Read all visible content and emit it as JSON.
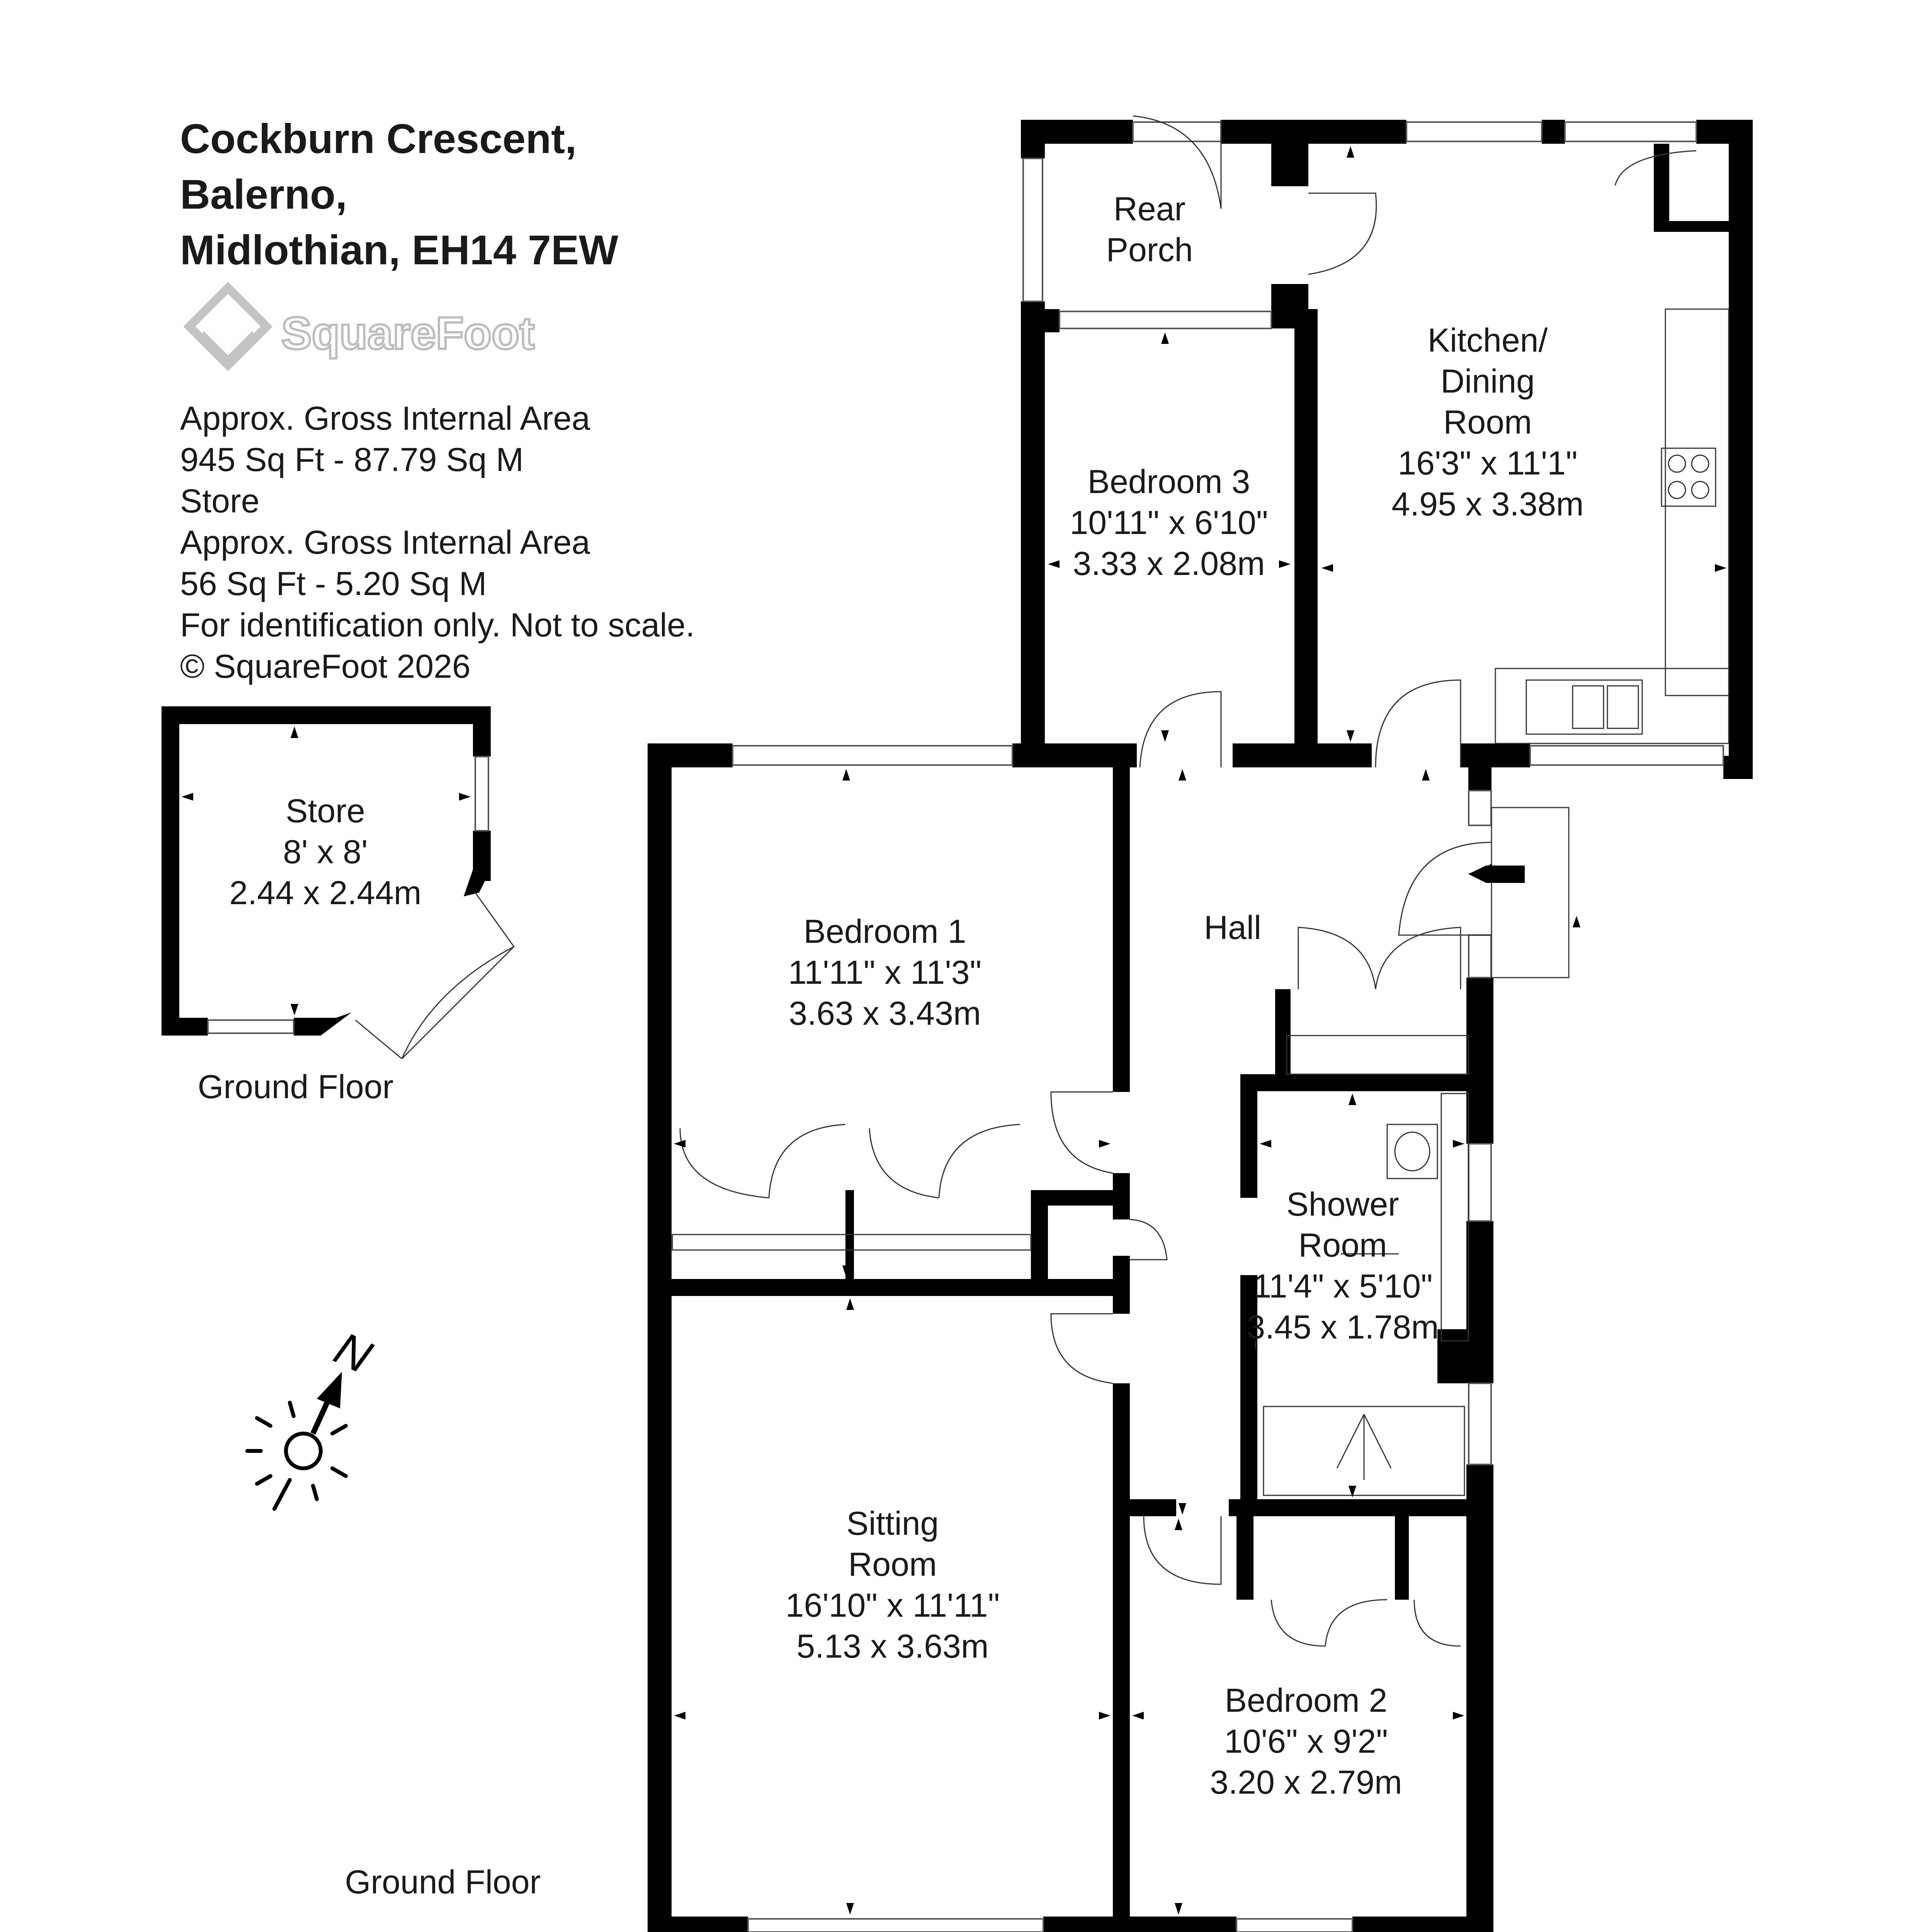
{
  "address": {
    "line1": "Cockburn Crescent,",
    "line2": "Balerno,",
    "line3": "Midlothian, EH14 7EW"
  },
  "brand": {
    "name": "SquareFoot",
    "logo_icon": "squarefoot-diamond-logo",
    "color": "#bfbfbf"
  },
  "area_info": [
    "Approx. Gross Internal Area",
    "945 Sq Ft  -  87.79 Sq M",
    "Store",
    "Approx. Gross Internal Area",
    "56 Sq Ft  -  5.20 Sq M",
    "For identification only. Not to scale.",
    "© SquareFoot 2026"
  ],
  "rooms": {
    "rear_porch": {
      "l1": "Rear",
      "l2": "Porch"
    },
    "bedroom3": {
      "l1": "Bedroom 3",
      "l2": "10'11\" x 6'10\"",
      "l3": "3.33 x 2.08m"
    },
    "kitchen": {
      "l1": "Kitchen/",
      "l2": "Dining",
      "l3": "Room",
      "l4": "16'3\" x 11'1\"",
      "l5": "4.95 x 3.38m"
    },
    "bedroom1": {
      "l1": "Bedroom 1",
      "l2": "11'11\" x 11'3\"",
      "l3": "3.63 x 3.43m"
    },
    "hall": {
      "l1": "Hall"
    },
    "shower": {
      "l1": "Shower",
      "l2": "Room",
      "l3": "11'4\" x 5'10\"",
      "l4": "3.45 x 1.78m"
    },
    "sitting": {
      "l1": "Sitting",
      "l2": "Room",
      "l3": "16'10\" x 11'11\"",
      "l4": "5.13 x 3.63m"
    },
    "bedroom2": {
      "l1": "Bedroom 2",
      "l2": "10'6\" x 9'2\"",
      "l3": "3.20 x 2.79m"
    },
    "store": {
      "l1": "Store",
      "l2": "8' x 8'",
      "l3": "2.44 x 2.44m"
    }
  },
  "floor_labels": {
    "store": "Ground Floor",
    "main": "Ground Floor"
  },
  "compass": {
    "letter": "N",
    "icon": "north-arrow-icon",
    "sun_icon": "sun-icon"
  },
  "colors": {
    "wall": "#000000",
    "text": "#1a1a1a",
    "logo_grey": "#bfbfbf"
  }
}
